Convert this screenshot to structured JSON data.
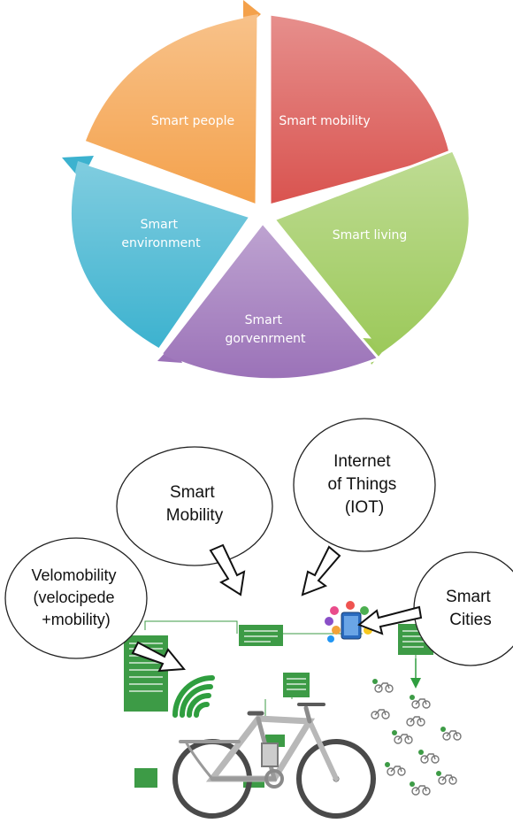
{
  "cycle": {
    "segments": [
      {
        "label_lines": [
          "Smart people"
        ],
        "color": "#f4a14b"
      },
      {
        "label_lines": [
          "Smart mobility"
        ],
        "color": "#d9534f"
      },
      {
        "label_lines": [
          "Smart living"
        ],
        "color": "#9cc95a"
      },
      {
        "label_lines": [
          "Smart",
          "gorvenrment"
        ],
        "color": "#9b72b8"
      },
      {
        "label_lines": [
          "Smart",
          "environment"
        ],
        "color": "#3cb2cf"
      }
    ]
  },
  "ovals": {
    "smart_mobility": [
      "Smart",
      "Mobility"
    ],
    "iot": [
      "Internet",
      "of Things",
      "(IOT)"
    ],
    "velomobility": [
      "Velomobility",
      "(velocipede",
      "+mobility)"
    ],
    "smart_cities": [
      "Smart",
      "Cities"
    ]
  },
  "colors": {
    "green_box": "#3d9b46",
    "tablet": "#2a6bbf",
    "wifi": "#2f9e3f"
  },
  "icons": [
    "wifi-icon",
    "tablet-icon",
    "bicycle-icon",
    "bicycle-cluster-icon",
    "app-icons-cluster-icon"
  ]
}
